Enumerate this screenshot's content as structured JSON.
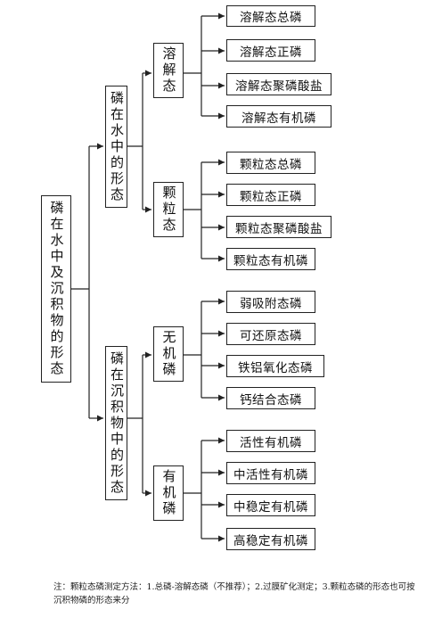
{
  "root": "磷在水中及沉积物的形态",
  "branches": [
    {
      "label": "磷在水中的形态",
      "groups": [
        {
          "label": "溶解态",
          "items": [
            "溶解态总磷",
            "溶解态正磷",
            "溶解态聚磷酸盐",
            "溶解态有机磷"
          ]
        },
        {
          "label": "颗粒态",
          "items": [
            "颗粒态总磷",
            "颗粒态正磷",
            "颗粒态聚磷酸盐",
            "颗粒态有机磷"
          ]
        }
      ]
    },
    {
      "label": "磷在沉积物中的形态",
      "groups": [
        {
          "label": "无机磷",
          "items": [
            "弱吸附态磷",
            "可还原态磷",
            "铁铝氧化态磷",
            "钙结合态磷"
          ]
        },
        {
          "label": "有机磷",
          "items": [
            "活性有机磷",
            "中活性有机磷",
            "中稳定有机磷",
            "高稳定有机磷"
          ]
        }
      ]
    }
  ],
  "note": "注：颗粒态磷测定方法：1.总磷-溶解态磷（不推荐）；2.过膜矿化测定；3.颗粒态磷的形态也可按沉积物磷的形态来分"
}
